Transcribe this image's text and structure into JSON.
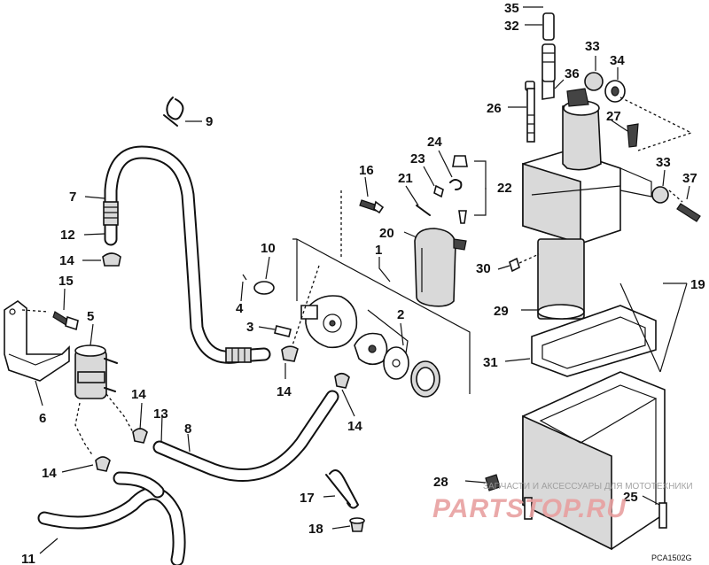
{
  "callouts": {
    "c1": "1",
    "c2": "2",
    "c3": "3",
    "c4": "4",
    "c5": "5",
    "c6": "6",
    "c7": "7",
    "c8": "8",
    "c9": "9",
    "c10": "10",
    "c11": "11",
    "c12": "12",
    "c13": "13",
    "c14a": "14",
    "c14b": "14",
    "c14c": "14",
    "c14d": "14",
    "c14e": "14",
    "c15": "15",
    "c16": "16",
    "c17": "17",
    "c18": "18",
    "c19": "19",
    "c20": "20",
    "c21": "21",
    "c22": "22",
    "c23": "23",
    "c24": "24",
    "c25": "25",
    "c26": "26",
    "c27": "27",
    "c28": "28",
    "c29": "29",
    "c30": "30",
    "c31": "31",
    "c32": "32",
    "c33a": "33",
    "c33b": "33",
    "c34": "34",
    "c35": "35",
    "c36": "36",
    "c37": "37"
  },
  "figure_code": "PCA1502G",
  "watermark": {
    "caption": "ЗАПЧАСТИ И АКСЕССУАРЫ ДЛЯ МОТОТЕХНИКИ",
    "brand": "PARTSTOP.RU"
  }
}
